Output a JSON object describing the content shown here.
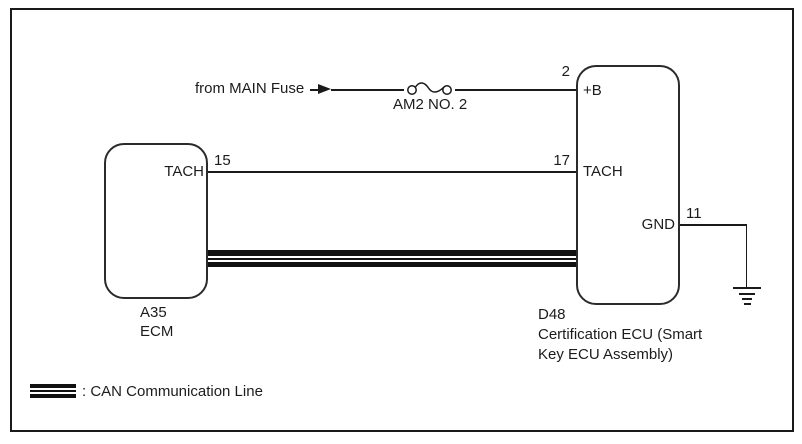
{
  "diagram": {
    "power_source": {
      "label": "from MAIN Fuse"
    },
    "fuse": {
      "name": "AM2 NO. 2"
    },
    "ecm": {
      "code": "A35",
      "name": "ECM",
      "pins": {
        "tach": {
          "number": "15",
          "label": "TACH"
        }
      }
    },
    "certification_ecu": {
      "code": "D48",
      "name_lines": [
        "Certification ECU (Smart",
        "Key ECU Assembly)"
      ],
      "pins": {
        "plus_b": {
          "number": "2",
          "label": "+B"
        },
        "tach": {
          "number": "17",
          "label": "TACH"
        },
        "gnd": {
          "number": "11",
          "label": "GND"
        }
      }
    },
    "legend": {
      "can_line_label": ": CAN Communication Line"
    },
    "colors": {
      "line": "#1a1a1a",
      "background": "#ffffff"
    }
  }
}
